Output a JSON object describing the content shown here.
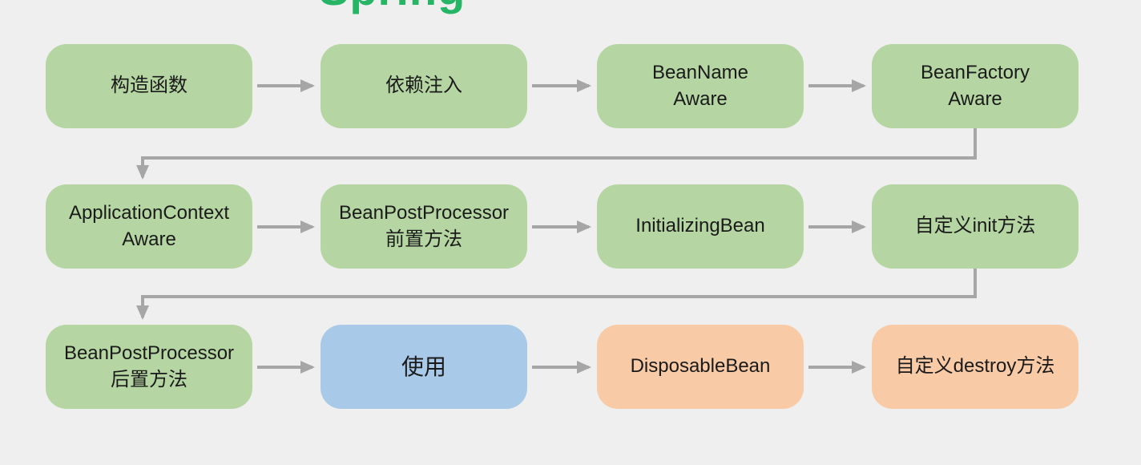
{
  "title": {
    "text": "Spring"
  },
  "colors": {
    "node_green": "#b5d6a3",
    "node_blue": "#a9c9e8",
    "node_orange": "#f8cba6",
    "arrow": "#a6a6a6",
    "background": "#efefef",
    "title_green": "#26b465"
  },
  "nodes": [
    {
      "id": "constructor",
      "label": "构造函数",
      "type": "green"
    },
    {
      "id": "dependency-injection",
      "label": "依赖注入",
      "type": "green"
    },
    {
      "id": "bean-name-aware",
      "label": "BeanName\nAware",
      "type": "green"
    },
    {
      "id": "bean-factory-aware",
      "label": "BeanFactory\nAware",
      "type": "green"
    },
    {
      "id": "application-context-aware",
      "label": "ApplicationContext\nAware",
      "type": "green"
    },
    {
      "id": "bean-post-processor-before",
      "label": "BeanPostProcessor\n前置方法",
      "type": "green"
    },
    {
      "id": "initializing-bean",
      "label": "InitializingBean",
      "type": "green"
    },
    {
      "id": "custom-init-method",
      "label": "自定义init方法",
      "type": "green"
    },
    {
      "id": "bean-post-processor-after",
      "label": "BeanPostProcessor\n后置方法",
      "type": "green"
    },
    {
      "id": "in-use",
      "label": "使用",
      "type": "blue"
    },
    {
      "id": "disposable-bean",
      "label": "DisposableBean",
      "type": "orange"
    },
    {
      "id": "custom-destroy-method",
      "label": "自定义destroy方法",
      "type": "orange"
    }
  ]
}
